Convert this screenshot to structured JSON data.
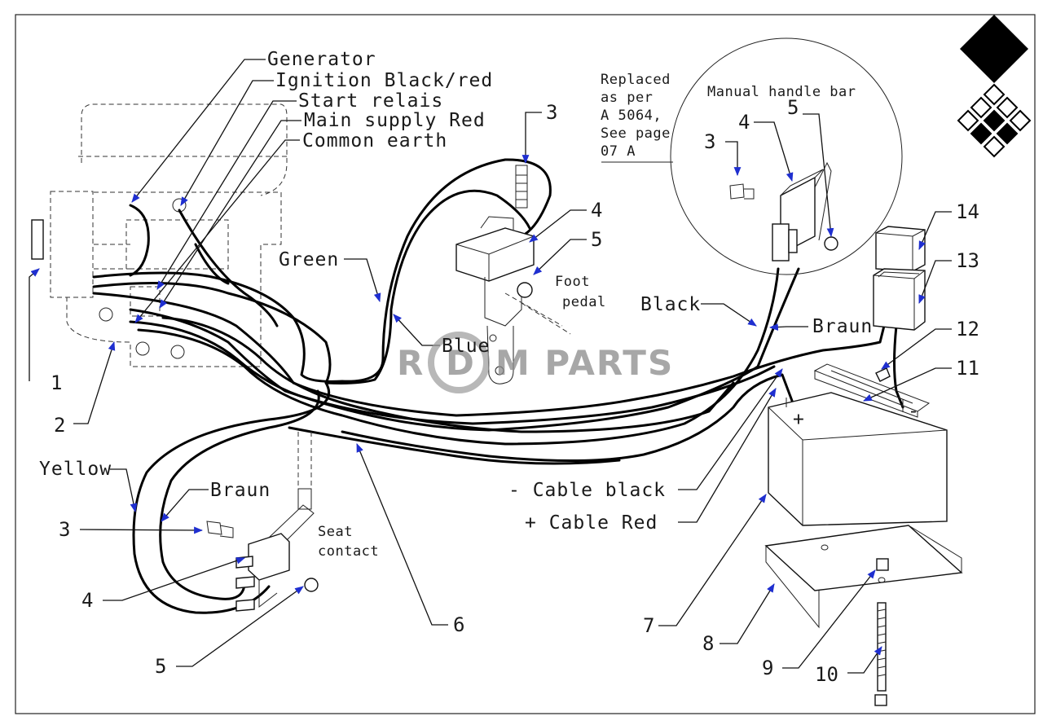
{
  "watermark": {
    "text_left": "R",
    "text_mid": "D",
    "text_right": "M PARTS"
  },
  "callouts": {
    "generator": "Generator",
    "ignition": "Ignition Black/red",
    "start_relais": "Start relais",
    "main_supply": "Main supply Red",
    "common_earth": "Common earth",
    "green": "Green",
    "blue": "Blue",
    "yellow": "Yellow",
    "braun_left": "Braun",
    "black": "Black",
    "braun_right": "Braun",
    "cable_black": "- Cable black",
    "cable_red": "+ Cable Red",
    "foot_pedal_1": "Foot",
    "foot_pedal_2": "pedal",
    "seat_contact_1": "Seat",
    "seat_contact_2": "contact",
    "replaced_1": "Replaced",
    "replaced_2": "as per",
    "replaced_3": "A 5064,",
    "replaced_4": "See page",
    "replaced_5": "07 A",
    "manual_handle_bar": "Manual handle bar",
    "battery_plus": "+",
    "battery_minus": "-"
  },
  "part_numbers": {
    "n1": "1",
    "n2": "2",
    "n3_top": "3",
    "n4_top": "4",
    "n5_top": "5",
    "n3_circle": "3",
    "n4_circle": "4",
    "n5_circle": "5",
    "n3_left": "3",
    "n4_left": "4",
    "n5_left": "5",
    "n6": "6",
    "n7": "7",
    "n8": "8",
    "n9": "9",
    "n10": "10",
    "n11": "11",
    "n12": "12",
    "n13": "13",
    "n14": "14"
  },
  "colors": {
    "arrow": "#1f2fd0",
    "line": "#111111",
    "background": "#ffffff"
  }
}
